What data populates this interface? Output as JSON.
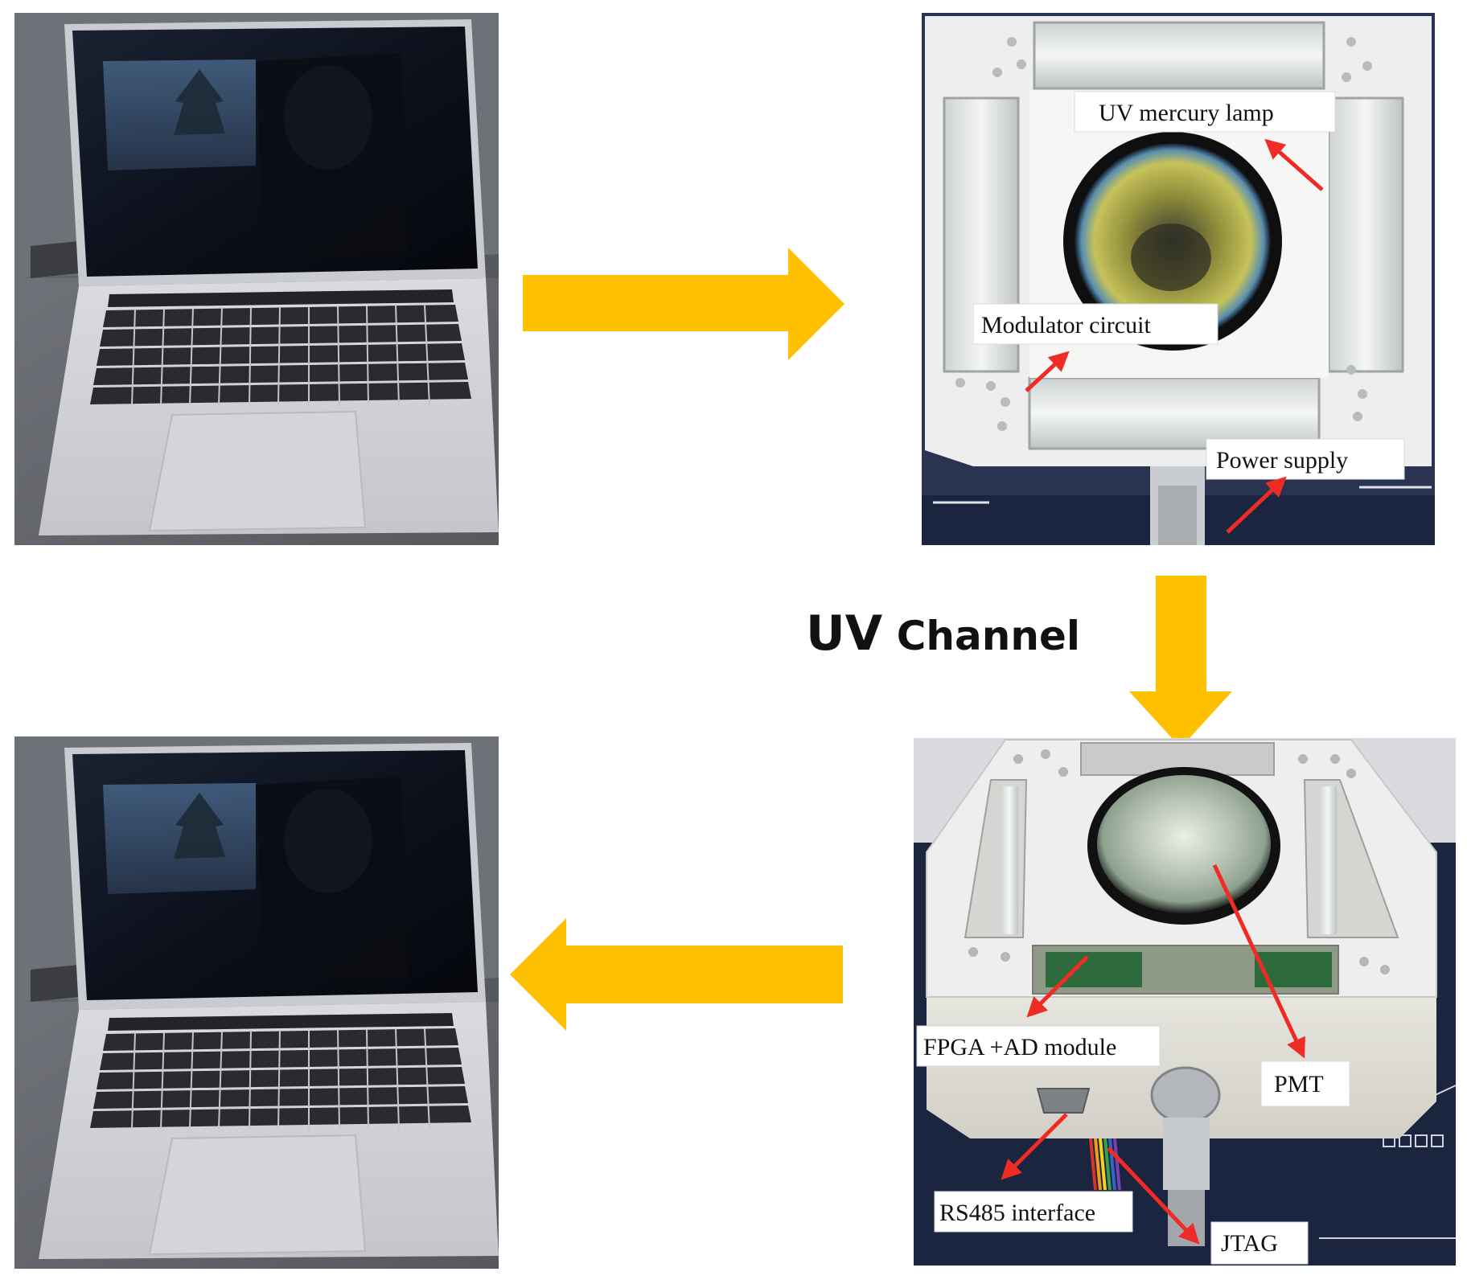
{
  "title": {
    "uv": "UV",
    "channel": "Channel"
  },
  "laptops": {
    "top_left": {
      "description": "laptop"
    },
    "bottom_left": {
      "description": "laptop"
    }
  },
  "device_top": {
    "labels": {
      "lamp": "UV mercury lamp",
      "modulator": "Modulator circuit",
      "power": "Power supply"
    }
  },
  "device_bottom": {
    "labels": {
      "fpga": "FPGA +AD module",
      "pmt": "PMT",
      "rs485": "RS485 interface",
      "jtag": "JTAG"
    }
  },
  "colors": {
    "flow_arrow": "#FFC000",
    "callout_arrow": "#EE2B24",
    "plate": "#EEEEEE",
    "background_mat": "#1B2540"
  }
}
